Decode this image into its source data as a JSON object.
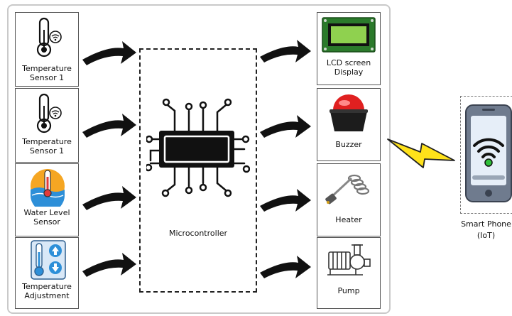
{
  "inputs": [
    {
      "label": "Temperature Sensor 1",
      "icon": "thermometer-wifi-icon"
    },
    {
      "label": "Temperature Sensor 1",
      "icon": "thermometer-wifi-icon"
    },
    {
      "label": "Water Level Sensor",
      "icon": "water-level-thermometer-icon"
    },
    {
      "label": "Temperature Adjustment",
      "icon": "thermostat-arrows-icon"
    }
  ],
  "controller": {
    "label": "Microcontroller",
    "icon": "microchip-icon"
  },
  "outputs": [
    {
      "label": "LCD screen Display",
      "icon": "lcd-screen-icon"
    },
    {
      "label": "Buzzer",
      "icon": "buzzer-icon"
    },
    {
      "label": "Heater",
      "icon": "heater-coil-icon"
    },
    {
      "label": "Pump",
      "icon": "pump-icon"
    }
  ],
  "phone": {
    "label": "Smart Phone (IoT)",
    "icon": "smartphone-wifi-icon"
  },
  "link_icon": "lightning-bolt-icon",
  "colors": {
    "accent_blue": "#2d8fd8",
    "buzzer_red": "#e02020",
    "lcd_green": "#8fd14f",
    "bolt_yellow": "#ffe21a",
    "phone_body": "#6f7b8e"
  }
}
